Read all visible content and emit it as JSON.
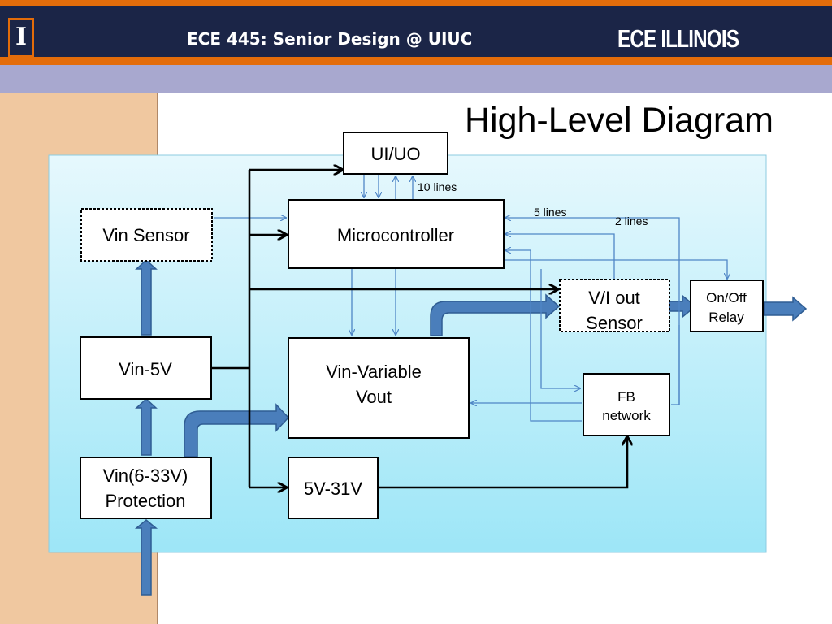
{
  "header": {
    "logo_glyph": "I",
    "title": "ECE 445: Senior Design @ UIUC",
    "brand": "ECE ILLINOIS"
  },
  "slide": {
    "title": "High-Level Diagram"
  },
  "colors": {
    "header_bg": "#1b2547",
    "accent_orange": "#e36c0a",
    "subbar": "#a8a8cf",
    "side_panel": "#f0c8a0",
    "diagram_bg_top": "#e6f8fd",
    "diagram_bg_bottom": "#9de6f7",
    "fat_arrow": "#4a7ebb",
    "thin_line": "#4f86c6",
    "thick_line": "#000000"
  },
  "diagram": {
    "blocks": {
      "ui": "UI/UO",
      "vin_sensor": "Vin Sensor",
      "microcontroller": "Microcontroller",
      "vi_sensor": [
        "V/I out",
        "Sensor"
      ],
      "relay": [
        "On/Off",
        "Relay"
      ],
      "vin5v": "Vin-5V",
      "variable": [
        "Vin-Variable",
        "Vout"
      ],
      "fb": [
        "FB",
        "network"
      ],
      "protection": [
        "Vin(6-33V)",
        "Protection"
      ],
      "v531": "5V-31V"
    },
    "labels": {
      "ten_lines": "10 lines",
      "five_lines": "5 lines",
      "two_lines": "2 lines"
    }
  }
}
